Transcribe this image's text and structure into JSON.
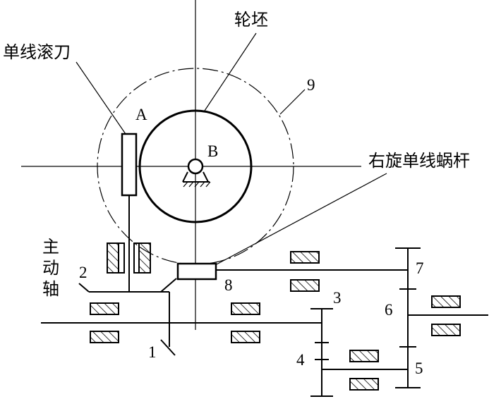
{
  "labels": {
    "hob": "单线滚刀",
    "blank": "轮坯",
    "worm": "右旋单线蜗杆",
    "main_shaft": [
      "主",
      "动",
      "轴"
    ],
    "point_a": "A",
    "point_b": "B",
    "n1": "1",
    "n2": "2",
    "n3": "3",
    "n4": "4",
    "n5": "5",
    "n6": "6",
    "n7": "7",
    "n8": "8",
    "n9": "9"
  }
}
